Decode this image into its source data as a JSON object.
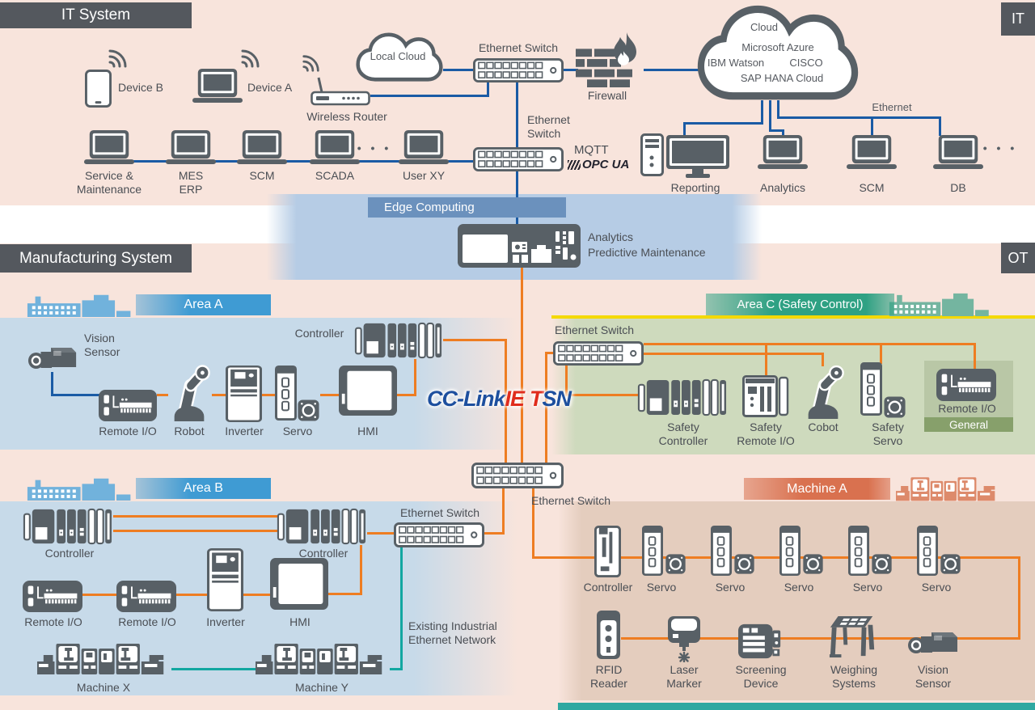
{
  "headers": {
    "it_system": "IT System",
    "it_tag": "IT",
    "manufacturing_system": "Manufacturing System",
    "ot_tag": "OT"
  },
  "it": {
    "device_b": "Device B",
    "device_a": "Device A",
    "wireless_router": "Wireless Router",
    "local_cloud": "Local Cloud",
    "ethernet_switch_top": "Ethernet Switch",
    "ethernet_switch_mid": "Ethernet\nSwitch",
    "firewall": "Firewall",
    "cloud": {
      "title": "Cloud",
      "line1": "Microsoft Azure",
      "line2a": "IBM Watson",
      "line2b": "CISCO",
      "line3": "SAP HANA Cloud"
    },
    "ethernet_label": "Ethernet",
    "mqtt": "MQTT",
    "opc_ua": "OPC UA",
    "dots": "• • •",
    "laptops_left": [
      {
        "label": "Service &\nMaintenance"
      },
      {
        "label": "MES\nERP"
      },
      {
        "label": "SCM"
      },
      {
        "label": "SCADA"
      },
      {
        "label": "User XY"
      }
    ],
    "stations_right": [
      {
        "label": "Reporting"
      },
      {
        "label": "Analytics"
      },
      {
        "label": "SCM"
      },
      {
        "label": "DB"
      }
    ]
  },
  "edge": {
    "title": "Edge Computing",
    "caption1": "Analytics",
    "caption2": "Predictive Maintenance"
  },
  "network": {
    "logo_p1": "CC-Link",
    "logo_p2": "IE",
    "logo_p3": "T",
    "logo_p4": "SN",
    "center_switch": "Ethernet Switch"
  },
  "area_a": {
    "title": "Area A",
    "vision_sensor": "Vision\nSensor",
    "remote_io": "Remote I/O",
    "robot": "Robot",
    "inverter": "Inverter",
    "servo": "Servo",
    "hmi": "HMI",
    "controller": "Controller"
  },
  "area_c": {
    "title": "Area C (Safety Control)",
    "ethernet_switch": "Ethernet Switch",
    "safety_controller": "Safety\nController",
    "safety_remote_io": "Safety\nRemote I/O",
    "cobot": "Cobot",
    "safety_servo": "Safety\nServo",
    "remote_io": "Remote I/O",
    "general": "General"
  },
  "area_b": {
    "title": "Area B",
    "controller_1": "Controller",
    "controller_2": "Controller",
    "ethernet_switch": "Ethernet Switch",
    "remote_io_1": "Remote I/O",
    "remote_io_2": "Remote I/O",
    "inverter": "Inverter",
    "hmi": "HMI",
    "machine_x": "Machine X",
    "machine_y": "Machine Y",
    "existing_network": "Existing Industrial\nEthernet Network"
  },
  "machine_a": {
    "title": "Machine A",
    "controller": "Controller",
    "servos": [
      {
        "label": "Servo"
      },
      {
        "label": "Servo"
      },
      {
        "label": "Servo"
      },
      {
        "label": "Servo"
      },
      {
        "label": "Servo"
      }
    ],
    "rfid_reader": "RFID\nReader",
    "laser_marker": "Laser\nMarker",
    "screening_device": "Screening\nDevice",
    "weighing_systems": "Weighing\nSystems",
    "vision_sensor": "Vision\nSensor"
  }
}
